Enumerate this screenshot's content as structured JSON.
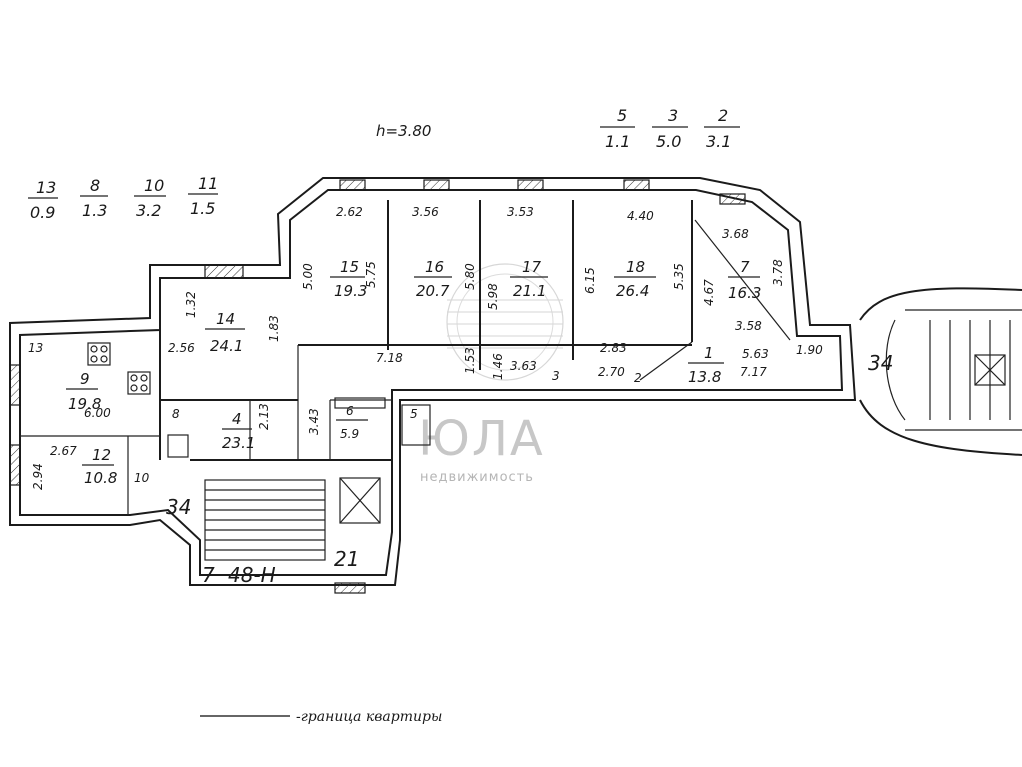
{
  "plan": {
    "height_label": "h=3.80",
    "fraction_groups": [
      {
        "num": "13",
        "den": "0.9"
      },
      {
        "num": "8",
        "den": "1.3"
      },
      {
        "num": "10",
        "den": "3.2"
      },
      {
        "num": "11",
        "den": "1.5"
      },
      {
        "num": "5",
        "den": "1.1"
      },
      {
        "num": "3",
        "den": "5.0"
      },
      {
        "num": "2",
        "den": "3.1"
      }
    ],
    "rooms": [
      {
        "num": "15",
        "area": "19.3"
      },
      {
        "num": "16",
        "area": "20.7"
      },
      {
        "num": "17",
        "area": "21.1"
      },
      {
        "num": "18",
        "area": "26.4"
      },
      {
        "num": "7",
        "area": "16.3"
      },
      {
        "num": "14",
        "area": "24.1"
      },
      {
        "num": "9",
        "area": "19.8"
      },
      {
        "num": "12",
        "area": "10.8"
      },
      {
        "num": "4",
        "area": "23.1"
      },
      {
        "num": "6",
        "area": "5.9"
      },
      {
        "num": "1",
        "area": "13.8"
      }
    ],
    "dimensions": [
      "2.62",
      "3.56",
      "3.53",
      "4.40",
      "3.68",
      "5.00",
      "5.75",
      "5.80",
      "5.98",
      "6.15",
      "5.35",
      "4.67",
      "3.78",
      "1.32",
      "1.83",
      "7.18",
      "1.53",
      "1.46",
      "3.63",
      "2.83",
      "2.70",
      "5.63",
      "7.17",
      "3.58",
      "1.90",
      "2.67",
      "2.94",
      "6.00",
      "2.13",
      "3.43",
      "2.56"
    ],
    "labels": [
      "13",
      "8",
      "10",
      "5",
      "3",
      "2",
      "34",
      "34",
      "21",
      "7",
      "48-H"
    ],
    "legend": "-граница квартиры"
  },
  "watermark": {
    "logo": "ЮЛА",
    "subtitle": "недвижимость"
  },
  "colors": {
    "ink": "#1b1b1b",
    "paper": "#ffffff",
    "watermark": "#c7c7c7"
  }
}
